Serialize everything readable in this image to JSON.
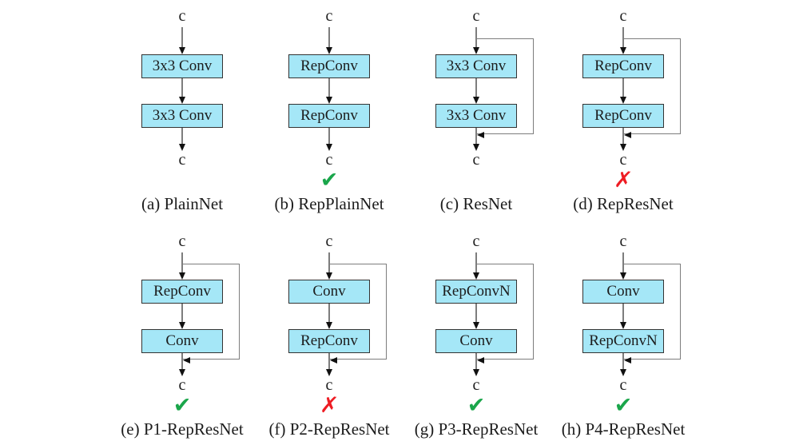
{
  "figure": {
    "description": "Planned re-parameterized model design comparison: eight two-conv block topologies with and without identity (residual) connections, marked valid or invalid for re-parameterization",
    "channel_label": "c",
    "colors": {
      "background": "#ffffff",
      "box_fill": "#a5e7f7",
      "box_border": "#333333",
      "connector_line": "#7d7d7d",
      "arrowhead": "#111111",
      "check_mark": "#1aa64b",
      "cross_mark": "#ee1c23",
      "text": "#1c1c1c"
    },
    "diagrams": [
      {
        "id": "a",
        "input_label": "c",
        "boxes": [
          "3x3 Conv",
          "3x3 Conv"
        ],
        "output_label": "c",
        "residual": false,
        "mark_type": "none",
        "mark_glyph": "",
        "caption": "(a) PlainNet"
      },
      {
        "id": "b",
        "input_label": "c",
        "boxes": [
          "RepConv",
          "RepConv"
        ],
        "output_label": "c",
        "residual": false,
        "mark_type": "check",
        "mark_glyph": "✔",
        "caption": "(b) RepPlainNet"
      },
      {
        "id": "c",
        "input_label": "c",
        "boxes": [
          "3x3 Conv",
          "3x3 Conv"
        ],
        "output_label": "c",
        "residual": true,
        "mark_type": "none",
        "mark_glyph": "",
        "caption": "(c) ResNet"
      },
      {
        "id": "d",
        "input_label": "c",
        "boxes": [
          "RepConv",
          "RepConv"
        ],
        "output_label": "c",
        "residual": true,
        "mark_type": "cross",
        "mark_glyph": "✗",
        "caption": "(d) RepResNet"
      },
      {
        "id": "e",
        "input_label": "c",
        "boxes": [
          "RepConv",
          "Conv"
        ],
        "output_label": "c",
        "residual": true,
        "mark_type": "check",
        "mark_glyph": "✔",
        "caption": "(e) P1-RepResNet"
      },
      {
        "id": "f",
        "input_label": "c",
        "boxes": [
          "Conv",
          "RepConv"
        ],
        "output_label": "c",
        "residual": true,
        "mark_type": "cross",
        "mark_glyph": "✗",
        "caption": "(f) P2-RepResNet"
      },
      {
        "id": "g",
        "input_label": "c",
        "boxes": [
          "RepConvN",
          "Conv"
        ],
        "output_label": "c",
        "residual": true,
        "mark_type": "check",
        "mark_glyph": "✔",
        "caption": "(g) P3-RepResNet"
      },
      {
        "id": "h",
        "input_label": "c",
        "boxes": [
          "Conv",
          "RepConvN"
        ],
        "output_label": "c",
        "residual": true,
        "mark_type": "check",
        "mark_glyph": "✔",
        "caption": "(h) P4-RepResNet"
      }
    ]
  }
}
